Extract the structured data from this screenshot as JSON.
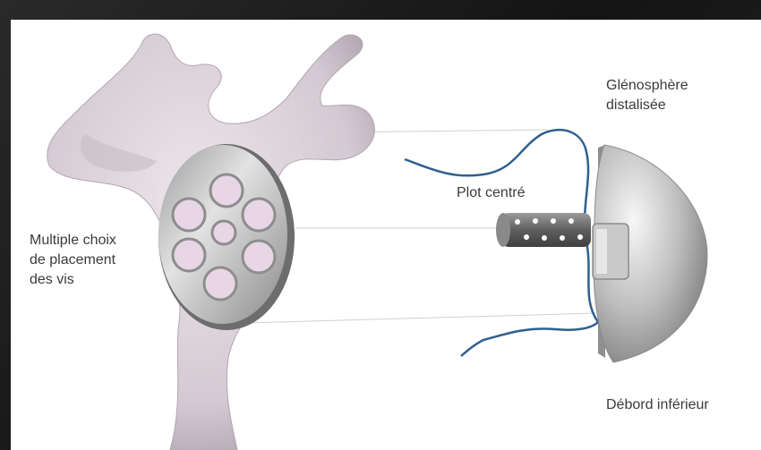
{
  "labels": {
    "glenosphere": "Glénosphère\ndistalisée",
    "peg": "Plot centré",
    "screws": "Multiple choix\nde placement\ndes vis",
    "overhang": "Débord inférieur"
  },
  "colors": {
    "bone": "#d8cfd6",
    "bone_shadow": "#a89aa6",
    "metal": "#c4c4c4",
    "metal_dark": "#7a7a7a",
    "outline_blue": "#2f5f8f",
    "line_gray": "#c8c8c8",
    "text": "#3a3a3a"
  }
}
